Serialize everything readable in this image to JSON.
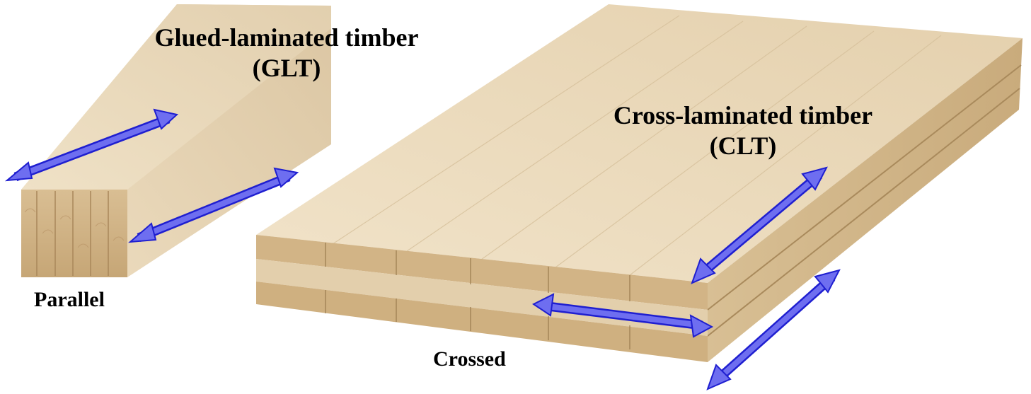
{
  "glt": {
    "title": "Glued-laminated timber",
    "abbr": "(GLT)",
    "orientation": "Parallel"
  },
  "clt": {
    "title": "Cross-laminated timber",
    "abbr": "(CLT)",
    "orientation": "Crossed"
  },
  "colors": {
    "wood_top": "#e6d3b3",
    "wood_side": "#dcc5a0",
    "wood_end": "#c9a97a",
    "arrow_fill": "#6e6ef0",
    "arrow_stroke": "#1f1fd0",
    "text": "#000000"
  }
}
